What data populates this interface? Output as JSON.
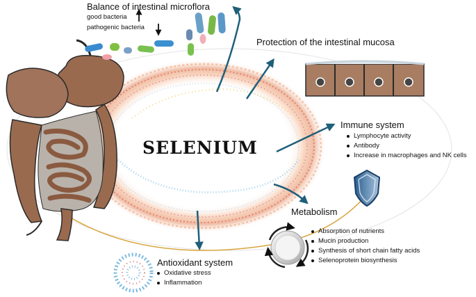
{
  "center_label": "SELENIUM",
  "microflora": {
    "title": "Balance of intestinal microflora",
    "good": "good bacteria",
    "pathogenic": "pathogenic bacteria"
  },
  "mucosa": {
    "title": "Protection of the intestinal mucosa"
  },
  "immune": {
    "title": "Immune system",
    "items": [
      "Lymphocyte activity",
      "Antibody",
      "Increase in macrophages and NK cells"
    ]
  },
  "metabolism": {
    "title": "Metabolism",
    "items": [
      "Absorption of nutrients",
      "Mucin production",
      "Synthesis of short chain fatty acids",
      "Selenoprotein biosynthesis"
    ]
  },
  "antioxidant": {
    "title": "Antioxidant system",
    "items": [
      "Oxidative stress",
      "Inflammation"
    ]
  },
  "colors": {
    "arrow": "#1f5f7a",
    "orbit": "#d7a43c",
    "intestine": "#9a6a4f",
    "cell": "#a87d62"
  },
  "icons": [
    "intestine-illustration",
    "bacteria-icon",
    "mucosa-cells-illustration",
    "shield-icon",
    "cycle-icon",
    "antioxidant-particles-icon",
    "up-arrow-icon",
    "down-arrow-icon"
  ]
}
